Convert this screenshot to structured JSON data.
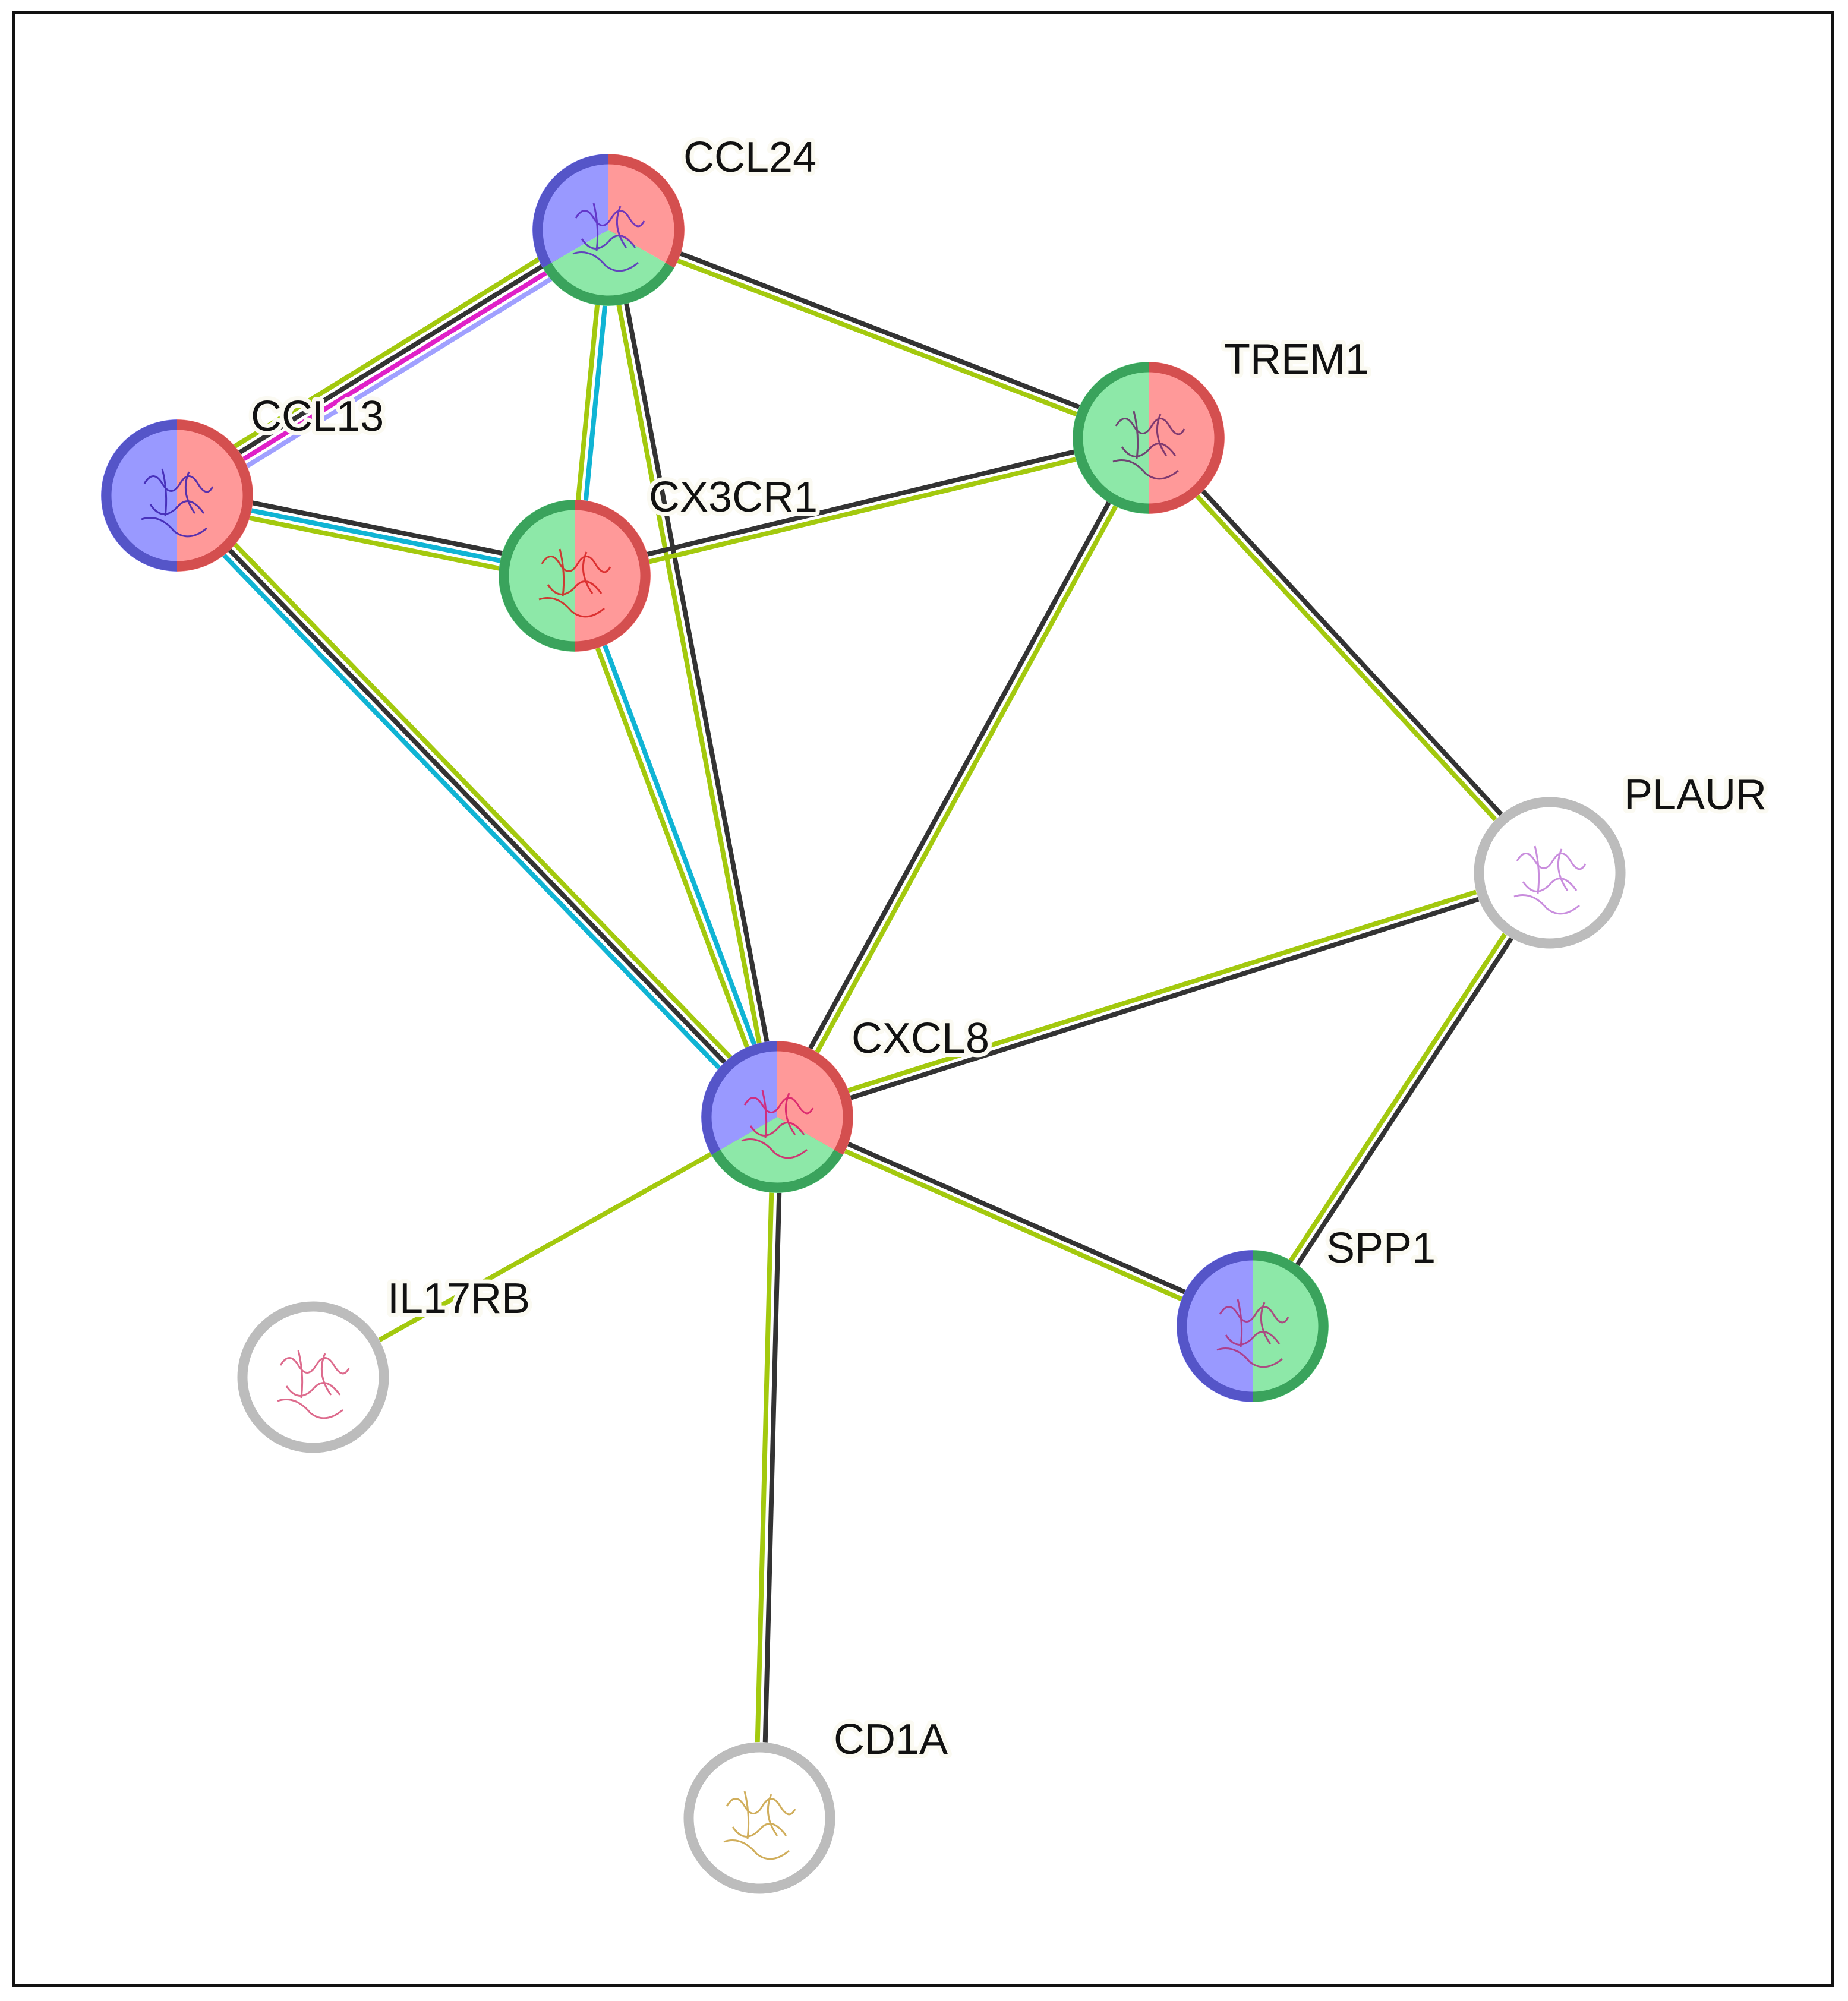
{
  "nodes": [
    {
      "id": "CCL24",
      "label": "CCL24",
      "colors": [
        "#9999ff",
        "#ff9999",
        "#8de8a8"
      ],
      "ring": [
        "#5555c8",
        "#d44f4f",
        "#3aa35c"
      ],
      "structure": "#5a28c0"
    },
    {
      "id": "CCL13",
      "label": "CCL13",
      "colors": [
        "#9999ff",
        "#ff9999"
      ],
      "ring": [
        "#5555c8",
        "#d44f4f"
      ],
      "structure": "#3b1fb0"
    },
    {
      "id": "CX3CR1",
      "label": "CX3CR1",
      "colors": [
        "#8de8a8",
        "#ff9999"
      ],
      "ring": [
        "#3aa35c",
        "#d44f4f"
      ],
      "structure": "#d61f1f"
    },
    {
      "id": "TREM1",
      "label": "TREM1",
      "colors": [
        "#8de8a8",
        "#ff9999"
      ],
      "ring": [
        "#3aa35c",
        "#d44f4f"
      ],
      "structure": "#6a2a6a"
    },
    {
      "id": "PLAUR",
      "label": "PLAUR",
      "colors": [
        "#ffffff"
      ],
      "ring": [
        "#bcbcbc"
      ],
      "structure": "#c07ad8"
    },
    {
      "id": "CXCL8",
      "label": "CXCL8",
      "colors": [
        "#9999ff",
        "#ff9999",
        "#8de8a8"
      ],
      "ring": [
        "#5555c8",
        "#d44f4f",
        "#3aa35c"
      ],
      "structure": "#d81b6a"
    },
    {
      "id": "SPP1",
      "label": "SPP1",
      "colors": [
        "#9999ff",
        "#8de8a8"
      ],
      "ring": [
        "#5555c8",
        "#3aa35c"
      ],
      "structure": "#b0307a"
    },
    {
      "id": "IL17RB",
      "label": "IL17RB",
      "colors": [
        "#ffffff"
      ],
      "ring": [
        "#bcbcbc"
      ],
      "structure": "#d8527a"
    },
    {
      "id": "CD1A",
      "label": "CD1A",
      "colors": [
        "#ffffff"
      ],
      "ring": [
        "#bcbcbc"
      ],
      "structure": "#c8a040"
    }
  ],
  "edge_colors": {
    "textmining": "#a3c90e",
    "coexpression": "#333333",
    "database": "#10b4d4",
    "experiment": "#e020c8",
    "homology": "#a0a0ff"
  },
  "edges": [
    {
      "source": "CCL24",
      "target": "CCL13",
      "types": [
        "homology",
        "experiment",
        "coexpression",
        "textmining"
      ]
    },
    {
      "source": "CCL24",
      "target": "CX3CR1",
      "types": [
        "database",
        "textmining"
      ]
    },
    {
      "source": "CCL24",
      "target": "CXCL8",
      "types": [
        "coexpression",
        "textmining"
      ]
    },
    {
      "source": "CCL24",
      "target": "TREM1",
      "types": [
        "coexpression",
        "textmining"
      ]
    },
    {
      "source": "CCL13",
      "target": "CX3CR1",
      "types": [
        "coexpression",
        "database",
        "textmining"
      ]
    },
    {
      "source": "CCL13",
      "target": "CXCL8",
      "types": [
        "textmining",
        "coexpression",
        "database"
      ]
    },
    {
      "source": "CX3CR1",
      "target": "TREM1",
      "types": [
        "coexpression",
        "textmining"
      ]
    },
    {
      "source": "CX3CR1",
      "target": "CXCL8",
      "types": [
        "database",
        "textmining"
      ]
    },
    {
      "source": "TREM1",
      "target": "CXCL8",
      "types": [
        "textmining",
        "coexpression"
      ]
    },
    {
      "source": "TREM1",
      "target": "PLAUR",
      "types": [
        "coexpression",
        "textmining"
      ]
    },
    {
      "source": "PLAUR",
      "target": "CXCL8",
      "types": [
        "coexpression",
        "textmining"
      ]
    },
    {
      "source": "PLAUR",
      "target": "SPP1",
      "types": [
        "coexpression",
        "textmining"
      ]
    },
    {
      "source": "CXCL8",
      "target": "SPP1",
      "types": [
        "coexpression",
        "textmining"
      ]
    },
    {
      "source": "CXCL8",
      "target": "IL17RB",
      "types": [
        "textmining"
      ]
    },
    {
      "source": "CXCL8",
      "target": "CD1A",
      "types": [
        "coexpression",
        "textmining"
      ]
    }
  ]
}
